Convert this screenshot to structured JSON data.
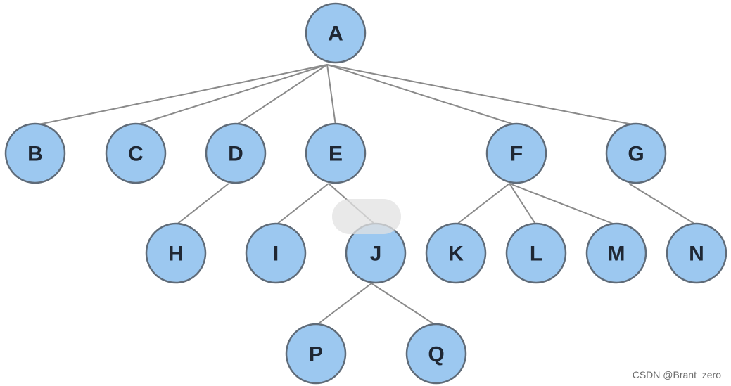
{
  "diagram": {
    "nodes": [
      {
        "id": "A",
        "label": "A"
      },
      {
        "id": "B",
        "label": "B"
      },
      {
        "id": "C",
        "label": "C"
      },
      {
        "id": "D",
        "label": "D"
      },
      {
        "id": "E",
        "label": "E"
      },
      {
        "id": "F",
        "label": "F"
      },
      {
        "id": "G",
        "label": "G"
      },
      {
        "id": "H",
        "label": "H"
      },
      {
        "id": "I",
        "label": "I"
      },
      {
        "id": "J",
        "label": "J"
      },
      {
        "id": "K",
        "label": "K"
      },
      {
        "id": "L",
        "label": "L"
      },
      {
        "id": "M",
        "label": "M"
      },
      {
        "id": "N",
        "label": "N"
      },
      {
        "id": "P",
        "label": "P"
      },
      {
        "id": "Q",
        "label": "Q"
      }
    ],
    "edges": [
      {
        "from": "A",
        "to": "B"
      },
      {
        "from": "A",
        "to": "C"
      },
      {
        "from": "A",
        "to": "D"
      },
      {
        "from": "A",
        "to": "E"
      },
      {
        "from": "A",
        "to": "F"
      },
      {
        "from": "A",
        "to": "G"
      },
      {
        "from": "D",
        "to": "H"
      },
      {
        "from": "E",
        "to": "I"
      },
      {
        "from": "E",
        "to": "J"
      },
      {
        "from": "F",
        "to": "K"
      },
      {
        "from": "F",
        "to": "L"
      },
      {
        "from": "F",
        "to": "M"
      },
      {
        "from": "G",
        "to": "N"
      },
      {
        "from": "J",
        "to": "P"
      },
      {
        "from": "J",
        "to": "Q"
      }
    ],
    "colors": {
      "node_fill": "#9cc8f0",
      "node_stroke": "#5f6b78",
      "edge": "#8a8a8a",
      "label": "#1f2733"
    }
  },
  "watermark": "CSDN @Brant_zero"
}
